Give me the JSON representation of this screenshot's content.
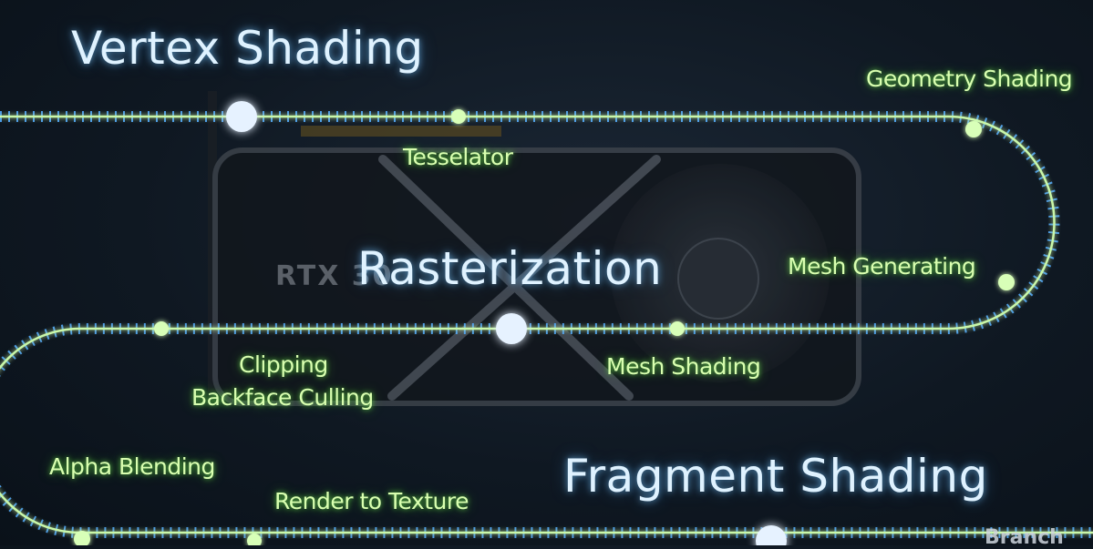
{
  "stages": {
    "vertex": "Vertex Shading",
    "raster": "Rasterization",
    "fragment": "Fragment Shading"
  },
  "steps": {
    "tesselator": "Tesselator",
    "geometry": "Geometry Shading",
    "mesh_generating": "Mesh Generating",
    "mesh_shading": "Mesh Shading",
    "clipping": "Clipping",
    "backface": "Backface Culling",
    "alpha": "Alpha Blending",
    "render_texture": "Render to Texture"
  },
  "gpu_label": "RTX 30",
  "watermark": "Branch",
  "colors": {
    "track_line": "#c9f7a9",
    "track_ticks": "#4aa3ff",
    "stage_dot": "#e6f2ff",
    "step_dot": "#d8ffb8",
    "step_text": "#d9ffb0",
    "stage_text": "#dff2ff"
  }
}
